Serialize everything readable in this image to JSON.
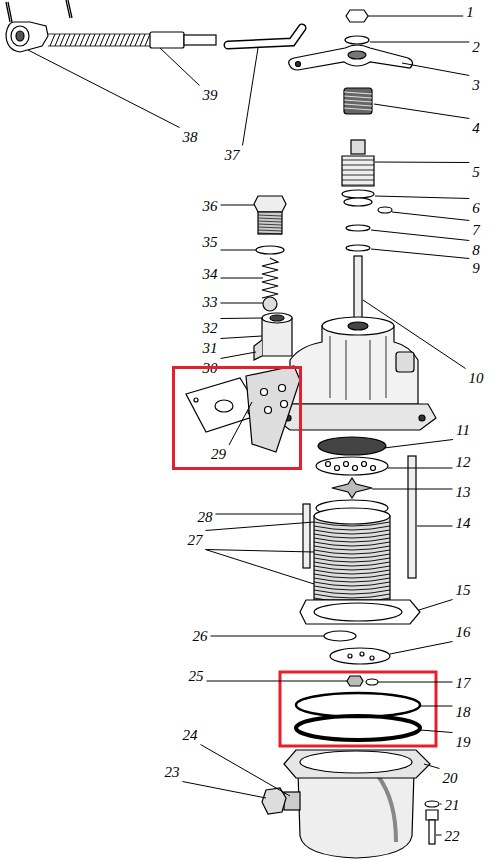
{
  "diagram": {
    "nodes": [
      {
        "text": [
          "29"
        ]
      }
    ],
    "labels": [
      "1",
      "2",
      "3",
      "4",
      "5",
      "6",
      "7",
      "8",
      "9",
      "10",
      "11",
      "12",
      "13",
      "14",
      "15",
      "16",
      "17",
      "18",
      "19",
      "20",
      "21",
      "22",
      "23",
      "24",
      "25",
      "26",
      "27",
      "28",
      "30",
      "31",
      "32",
      "33",
      "34",
      "35",
      "36",
      "37",
      "38",
      "39"
    ]
  }
}
